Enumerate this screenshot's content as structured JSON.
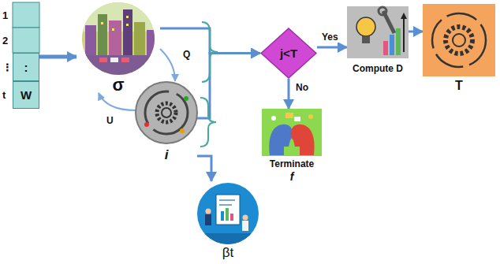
{
  "diagram": {
    "nodes": [
      {
        "text": [
          ":"
        ]
      },
      {
        "text": [
          "W"
        ]
      },
      {
        "text": [
          "σ"
        ]
      },
      {
        "text": [
          "i"
        ]
      },
      {
        "text": [
          "j<T"
        ]
      },
      {
        "text": [
          "Compute D"
        ]
      },
      {
        "text": [
          "T"
        ]
      },
      {
        "text": [
          "Terminate",
          "f"
        ]
      },
      {
        "text": [
          "βt"
        ]
      }
    ],
    "edges": [
      {
        "from": 0,
        "to": 2,
        "arrow": "to"
      },
      {
        "from": 2,
        "to": 3,
        "label": "Q",
        "arrow": "to"
      },
      {
        "from": 3,
        "to": 2,
        "label": "U",
        "arrow": "to"
      },
      {
        "from": 3,
        "to": 8,
        "arrow": "to"
      },
      {
        "from": 2,
        "to": 4,
        "arrow": "to"
      },
      {
        "from": 3,
        "to": 4,
        "arrow": "to"
      },
      {
        "from": 4,
        "to": 5,
        "label": "Yes",
        "arrow": "to"
      },
      {
        "from": 4,
        "to": 7,
        "label": "No",
        "arrow": "to"
      },
      {
        "from": 5,
        "to": 6,
        "arrow": "to"
      }
    ],
    "labels": [
      "1",
      "2",
      "⋮",
      "t"
    ]
  }
}
